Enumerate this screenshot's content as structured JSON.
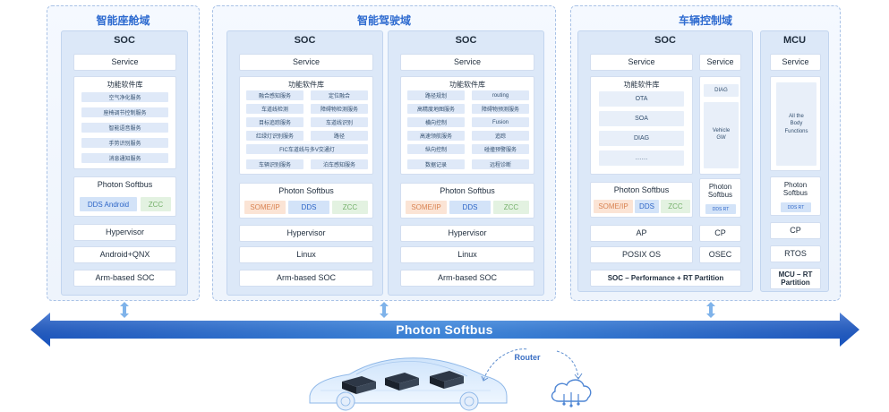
{
  "domains": {
    "cockpit": {
      "title": "智能座舱域",
      "soc": {
        "title": "SOC",
        "service": "Service",
        "lib_title": "功能软件库",
        "lib_items": [
          "空气净化服务",
          "座椅调节控制服务",
          "智能语音服务",
          "手势识别服务",
          "消息通知服务"
        ],
        "softbus_title": "Photon Softbus",
        "protocols": [
          "DDS Android",
          "ZCC"
        ],
        "hypervisor": "Hypervisor",
        "os": "Android+QNX",
        "hardware": "Arm-based SOC"
      }
    },
    "driving": {
      "title": "智能驾驶域",
      "soc1": {
        "title": "SOC",
        "service": "Service",
        "lib_title": "功能软件库",
        "lib_items": [
          "融合感知服务",
          "定位融合",
          "车道线检测",
          "障碍物检测服务",
          "目标追踪服务",
          "车道线识别",
          "红绿灯识别服务",
          "路径",
          "FIC车道线与多V交通灯",
          "车辆识别服务",
          "泊车感知服务"
        ],
        "softbus_title": "Photon Softbus",
        "protocols": [
          "SOME/IP",
          "DDS",
          "ZCC"
        ],
        "hypervisor": "Hypervisor",
        "os": "Linux",
        "hardware": "Arm-based SOC"
      },
      "soc2": {
        "title": "SOC",
        "service": "Service",
        "lib_title": "功能软件库",
        "lib_items": [
          "路径规划",
          "routing",
          "高精度地图服务",
          "障碍物预测服务",
          "横向控制",
          "Fusion",
          "高速领航服务",
          "追踪",
          "纵向控制",
          "碰撞预警服务",
          "数据记录",
          "远程诊断"
        ],
        "softbus_title": "Photon Softbus",
        "protocols": [
          "SOME/IP",
          "DDS",
          "ZCC"
        ],
        "hypervisor": "Hypervisor",
        "os": "Linux",
        "hardware": "Arm-based SOC"
      }
    },
    "vehicle": {
      "title": "车辆控制域",
      "soc": {
        "title": "SOC",
        "service_left": "Service",
        "service_right": "Service",
        "lib_title": "功能软件库",
        "lib_items": [
          "OTA",
          "SOA",
          "DIAG",
          "……"
        ],
        "diag": "DIAG",
        "vehicle_gw": "Vehicle GW",
        "softbus_title": "Photon Softbus",
        "protocols": [
          "SOME/IP",
          "DDS",
          "ZCC"
        ],
        "softbus_right": "Photon Softbus",
        "dds_rt": "DDS RT",
        "ap": "AP",
        "cp": "CP",
        "posix": "POSIX OS",
        "osec": "OSEC",
        "partition": "SOC – Performance + RT Partition"
      },
      "mcu": {
        "title": "MCU",
        "service": "Service",
        "body_functions": "All the Body Functions",
        "softbus": "Photon Softbus",
        "dds_rt": "DDS RT",
        "cp": "CP",
        "rtos": "RTOS",
        "partition": "MCU – RT Partition"
      }
    }
  },
  "bus": {
    "label": "Photon Softbus"
  },
  "router": {
    "label": "Router"
  },
  "colors": {
    "accent": "#2e6bd0",
    "bus_dark": "#1f5fd0",
    "bus_light": "#5aa6f2",
    "dds": "#2e66c7",
    "zcc": "#74b06a",
    "someip": "#d98352"
  }
}
